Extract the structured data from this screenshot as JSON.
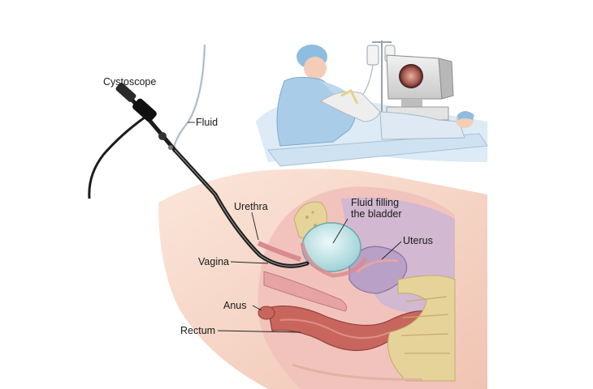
{
  "labels": {
    "cystoscope": "Cystoscope",
    "fluid": "Fluid",
    "urethra": "Urethra",
    "fluid_filling_line1": "Fluid filling",
    "fluid_filling_line2": "the bladder",
    "uterus": "Uterus",
    "vagina": "Vagina",
    "anus": "Anus",
    "rectum": "Rectum"
  },
  "colors": {
    "skin": "#f6d8c8",
    "tissue_pink": "#e7a3a4",
    "bladder_fluid": "#c6e8ea",
    "bone": "#e6d39a",
    "uterus_purple": "#b9a0c6",
    "rectum_red": "#c8665e",
    "scrubs_blue": "#a9cce8",
    "instrument_black": "#1c1c1c"
  }
}
